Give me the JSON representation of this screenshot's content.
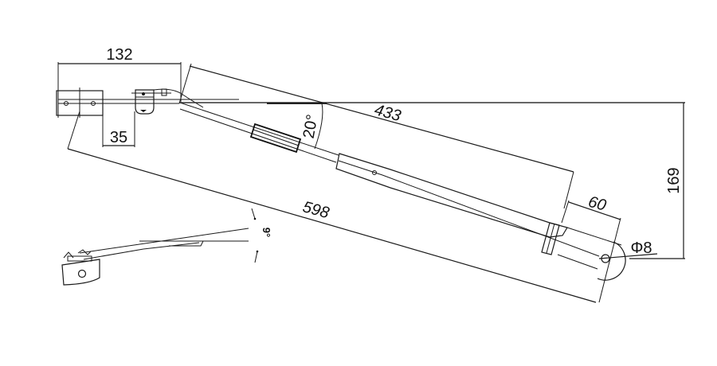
{
  "drawing": {
    "subject": "wiper arm technical drawing",
    "line_color": "#1a1a1a",
    "background": "#ffffff"
  },
  "dimensions": {
    "mount_length": "132",
    "bracket_offset": "35",
    "arm_length": "433",
    "overall_length": "598",
    "hook_length": "60",
    "vertical_rise": "169",
    "pin_diameter": "Φ8",
    "bend_angle": "20°",
    "side_angle": "9°"
  }
}
